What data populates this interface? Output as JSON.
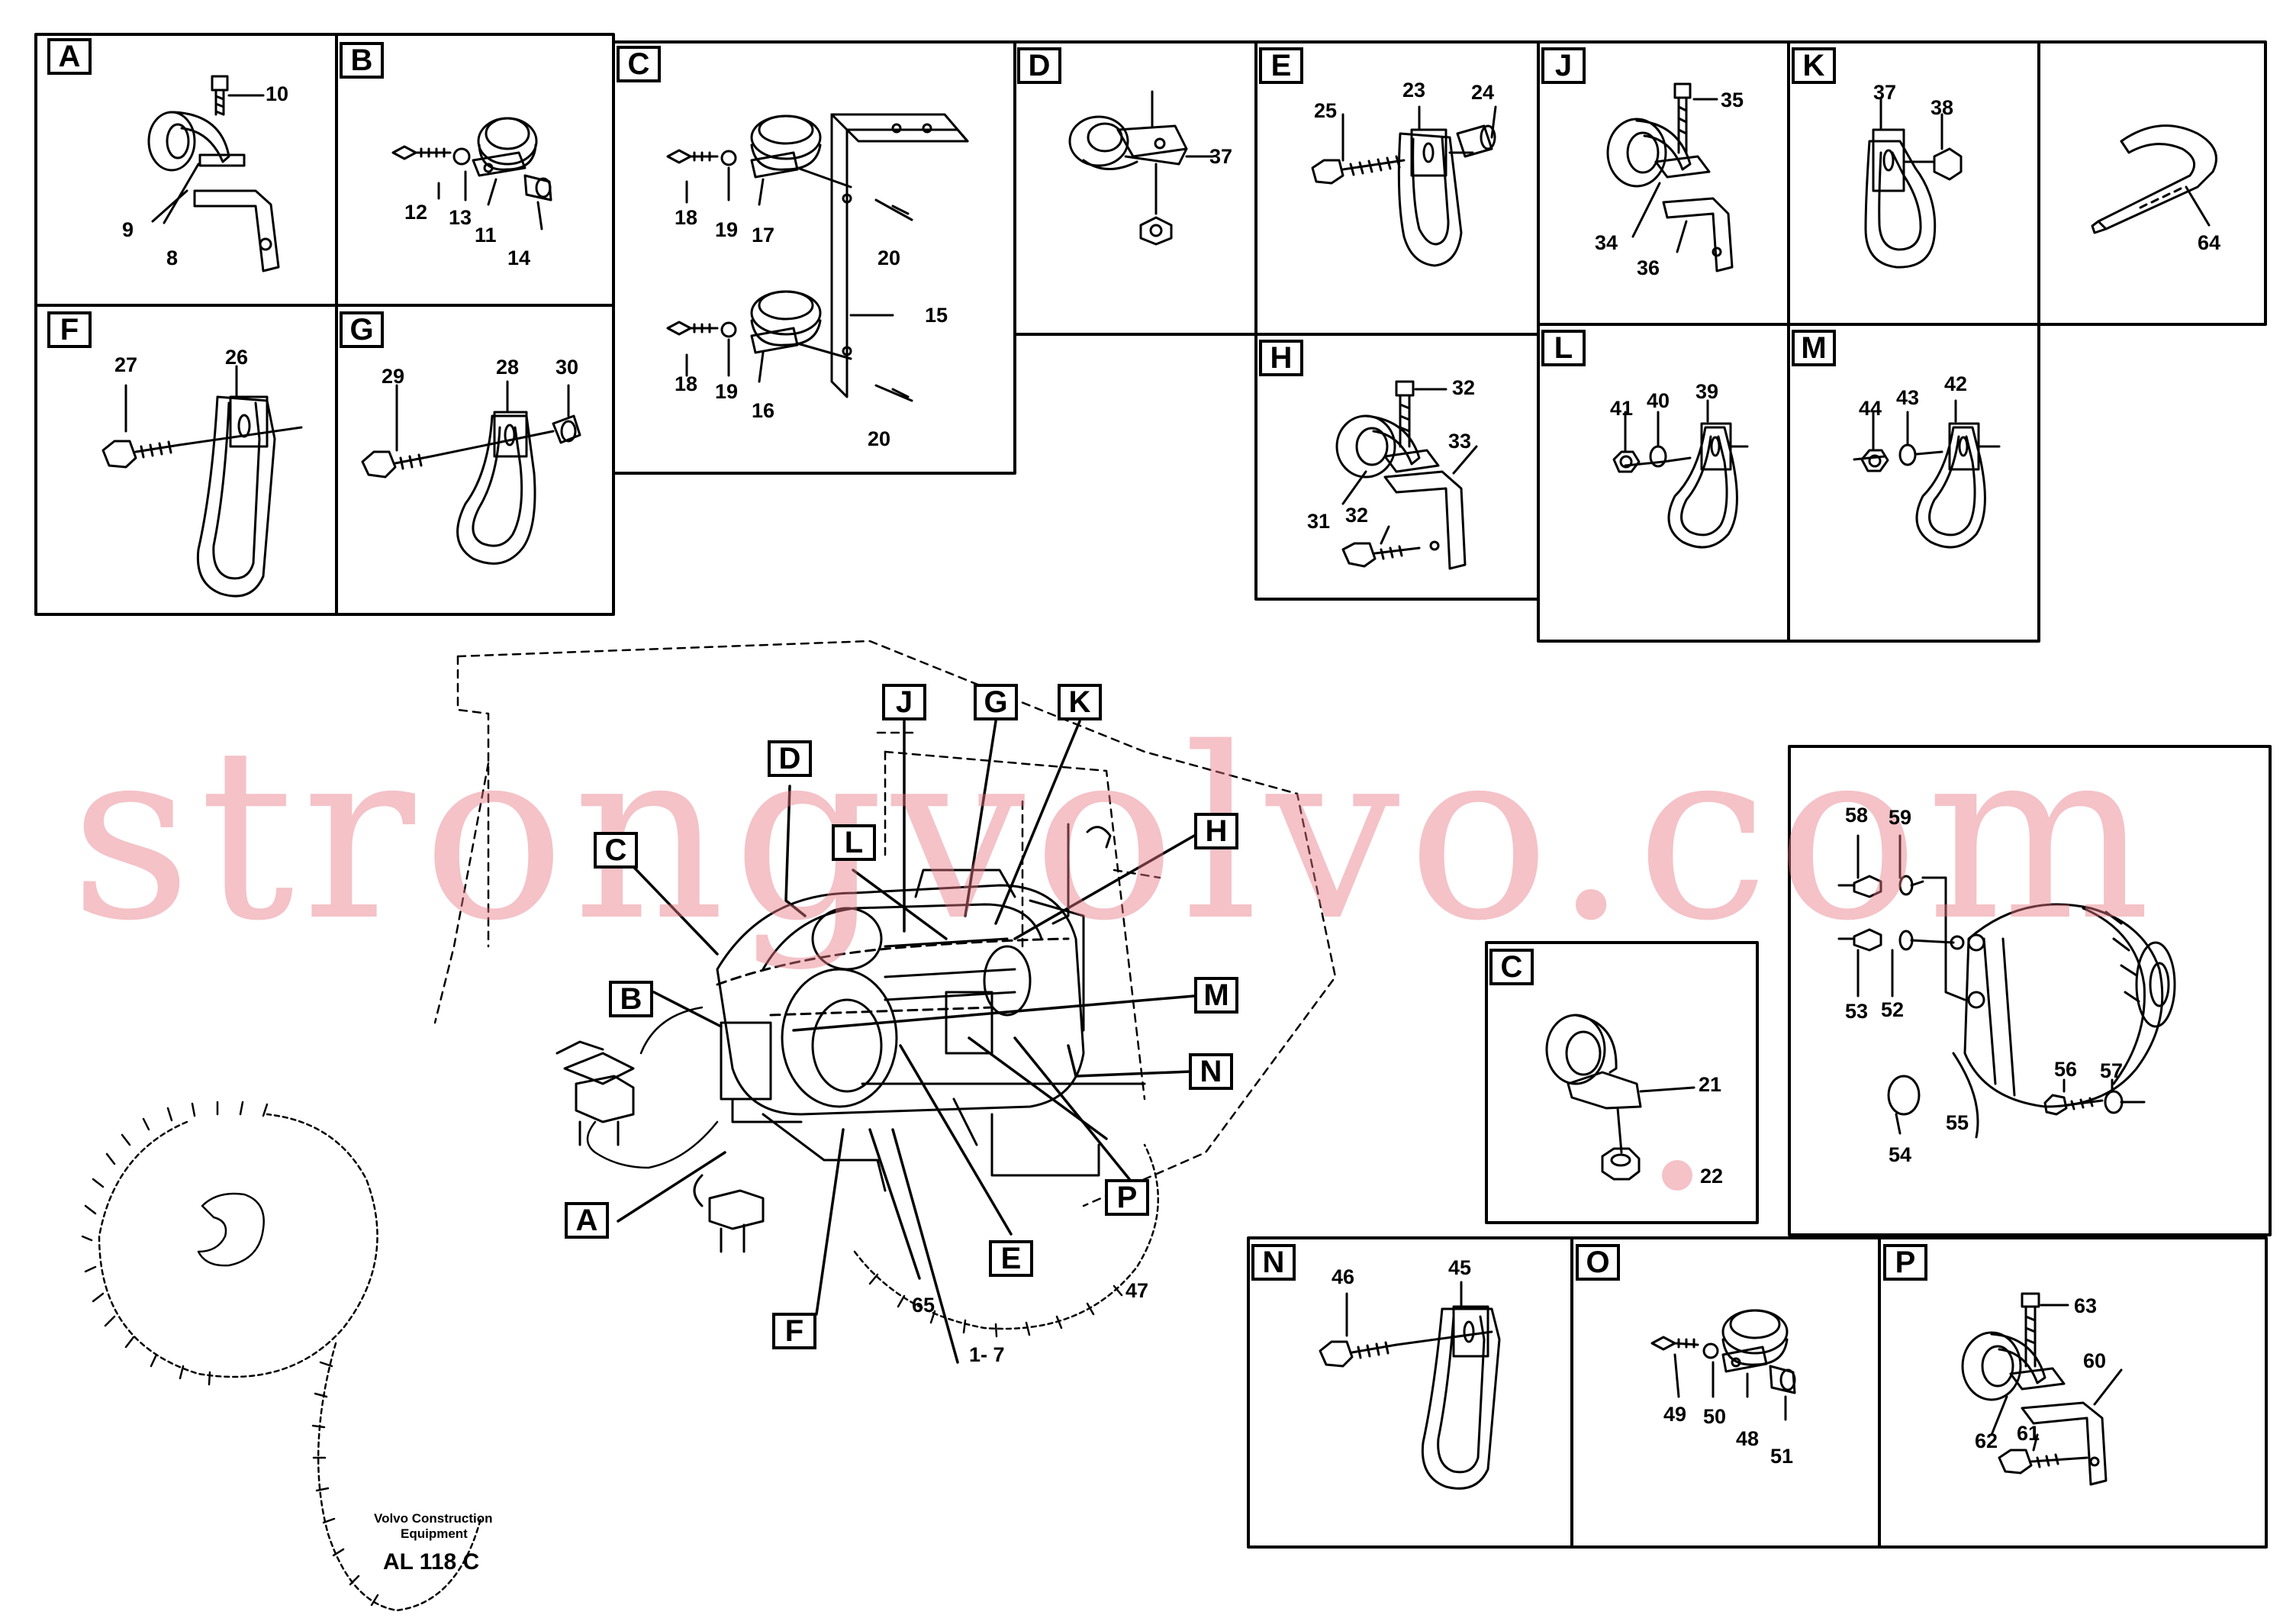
{
  "watermark": "strongvolvo.com",
  "footer": {
    "line1": "Volvo Construction",
    "line2": "Equipment",
    "code": "AL 118 C"
  },
  "view_labels": {
    "A": "A",
    "B": "B",
    "C": "C",
    "D": "D",
    "E": "E",
    "F": "F",
    "G": "G",
    "H": "H",
    "J": "J",
    "K": "K",
    "L": "L",
    "M": "M",
    "N": "N",
    "O": "O",
    "P": "P"
  },
  "part_numbers": {
    "n1_7": "1- 7",
    "n8": "8",
    "n9": "9",
    "n10": "10",
    "n11": "11",
    "n12": "12",
    "n13": "13",
    "n14": "14",
    "n15": "15",
    "n16": "16",
    "n17": "17",
    "n18": "18",
    "n19": "19",
    "n20": "20",
    "n21": "21",
    "n22": "22",
    "n23": "23",
    "n24": "24",
    "n25": "25",
    "n26": "26",
    "n27": "27",
    "n28": "28",
    "n29": "29",
    "n30": "30",
    "n31": "31",
    "n32": "32",
    "n33": "33",
    "n34": "34",
    "n35": "35",
    "n36": "36",
    "n37": "37",
    "n38": "38",
    "n39": "39",
    "n40": "40",
    "n41": "41",
    "n42": "42",
    "n43": "43",
    "n44": "44",
    "n45": "45",
    "n46": "46",
    "n47": "47",
    "n48": "48",
    "n49": "49",
    "n50": "50",
    "n51": "51",
    "n52": "52",
    "n53": "53",
    "n54": "54",
    "n55": "55",
    "n56": "56",
    "n57": "57",
    "n58": "58",
    "n59": "59",
    "n60": "60",
    "n61": "61",
    "n62": "62",
    "n63": "63",
    "n64": "64",
    "n65": "65"
  }
}
